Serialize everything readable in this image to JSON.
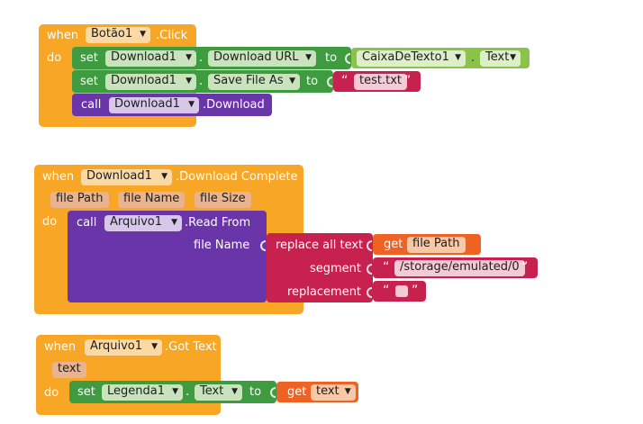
{
  "block1": {
    "when": "when",
    "component": "Botão1",
    "event": ".Click",
    "do": "do",
    "set1": {
      "set": "set",
      "component": "Download1",
      "dot": ".",
      "property": "Download URL",
      "to": "to",
      "value_component": "CaixaDeTexto1",
      "value_dot": ".",
      "value_property": "Text"
    },
    "set2": {
      "set": "set",
      "component": "Download1",
      "dot": ".",
      "property": "Save File As",
      "to": "to",
      "value_text": "test.txt",
      "quote_open": "“",
      "quote_close": "”"
    },
    "call": {
      "call": "call",
      "component": "Download1",
      "method": ".Download"
    }
  },
  "block2": {
    "when": "when",
    "component": "Download1",
    "event": ".Download Complete",
    "params": [
      "file Path",
      "file Name",
      "file Size"
    ],
    "do": "do",
    "call": {
      "call": "call",
      "component": "Arquivo1",
      "method": ".Read From",
      "arg_label": "file Name"
    },
    "replace": {
      "label": "replace all text",
      "segment_label": "segment",
      "replacement_label": "replacement",
      "get": "get",
      "get_var": "file Path",
      "segment_text": "/storage/emulated/0",
      "quote_open": "“",
      "quote_close": "”"
    }
  },
  "block3": {
    "when": "when",
    "component": "Arquivo1",
    "event": ".Got Text",
    "params": [
      "text"
    ],
    "do": "do",
    "set": {
      "set": "set",
      "component": "Legenda1",
      "dot": ".",
      "property": "Text",
      "to": "to",
      "get": "get",
      "get_var": "text"
    }
  },
  "colors": {
    "event": "#f7a625",
    "setter": "#3f9b3f",
    "call": "#6a35a8",
    "text": "#c7214f",
    "getter": "#ee6224",
    "component_getter": "#8bc34a"
  }
}
